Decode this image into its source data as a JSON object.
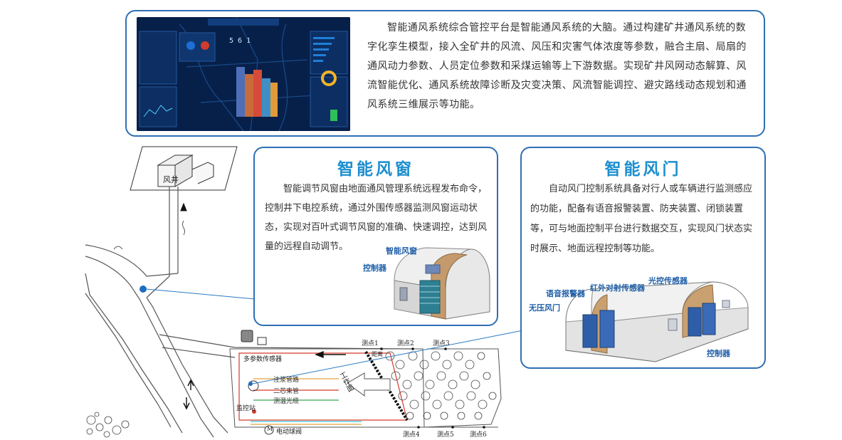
{
  "platform": {
    "description": "智能通风系统综合管控平台是智能通风系统的大脑。通过构建矿井通风系统的数字化孪生模型，接入全矿井的风流、风压和灾害气体浓度等参数，融合主扇、局扇的通风动力参数、人员定位参数和采煤运输等上下游数据。实现矿井风网动态解算、风流智能优化、通风系统故障诊断及灾变决策、风流智能调控、避灾路线动态规划和通风系统三维展示等功能。",
    "dashboard_number": "5 6 1"
  },
  "smart_window": {
    "title": "智能风窗",
    "description": "智能调节风窗由地面通风管理系统远程发布命令，控制井下电控系统，通过外围传感器监测风窗运动状态，实现对百叶式调节风窗的准确、快速调控，达到风量的远程自动调节。",
    "callouts": {
      "window": "智能风窗",
      "controller": "控制器"
    }
  },
  "smart_door": {
    "title": "智能风门",
    "description": "自动风门控制系统具备对行人或车辆进行监测感应的功能，配备有语音报警装置、防夹装置、闭锁装置等，可与地面控制平台进行数据交互，实现风门状态实时展示、地面远程控制等功能。",
    "callouts": {
      "light_sensor": "光控传感器",
      "infrared_sensor": "红外对射传感器",
      "voice_alarm": "语音报警器",
      "pressureless_door": "无压风门",
      "controller": "控制器"
    }
  },
  "mine_map": {
    "shaft_label": "风井",
    "multi_sensor": "多参数传感器",
    "points_top": [
      "测点1",
      "测点2",
      "测点3"
    ],
    "points_bottom": [
      "测点4",
      "测点5",
      "测点6"
    ],
    "legend": {
      "beam": "注浆管路",
      "pipe": "二芯束管",
      "fiber": "测温光缆"
    },
    "monitor_station": "监控站",
    "valve": "电动球阀",
    "working_face": "工作面",
    "gap_label": "距离",
    "valve_symbol": "M"
  },
  "colors": {
    "border": "#2f6fb3",
    "title": "#1c8fcf",
    "callout": "#1f5fa8",
    "dashboard_bg": "#07204a",
    "leader": "#2a7cc4",
    "line_orange": "#e8a23a",
    "line_red": "#d33a2c",
    "line_green": "#3aa651",
    "line_cyan": "#3cc6e0"
  }
}
